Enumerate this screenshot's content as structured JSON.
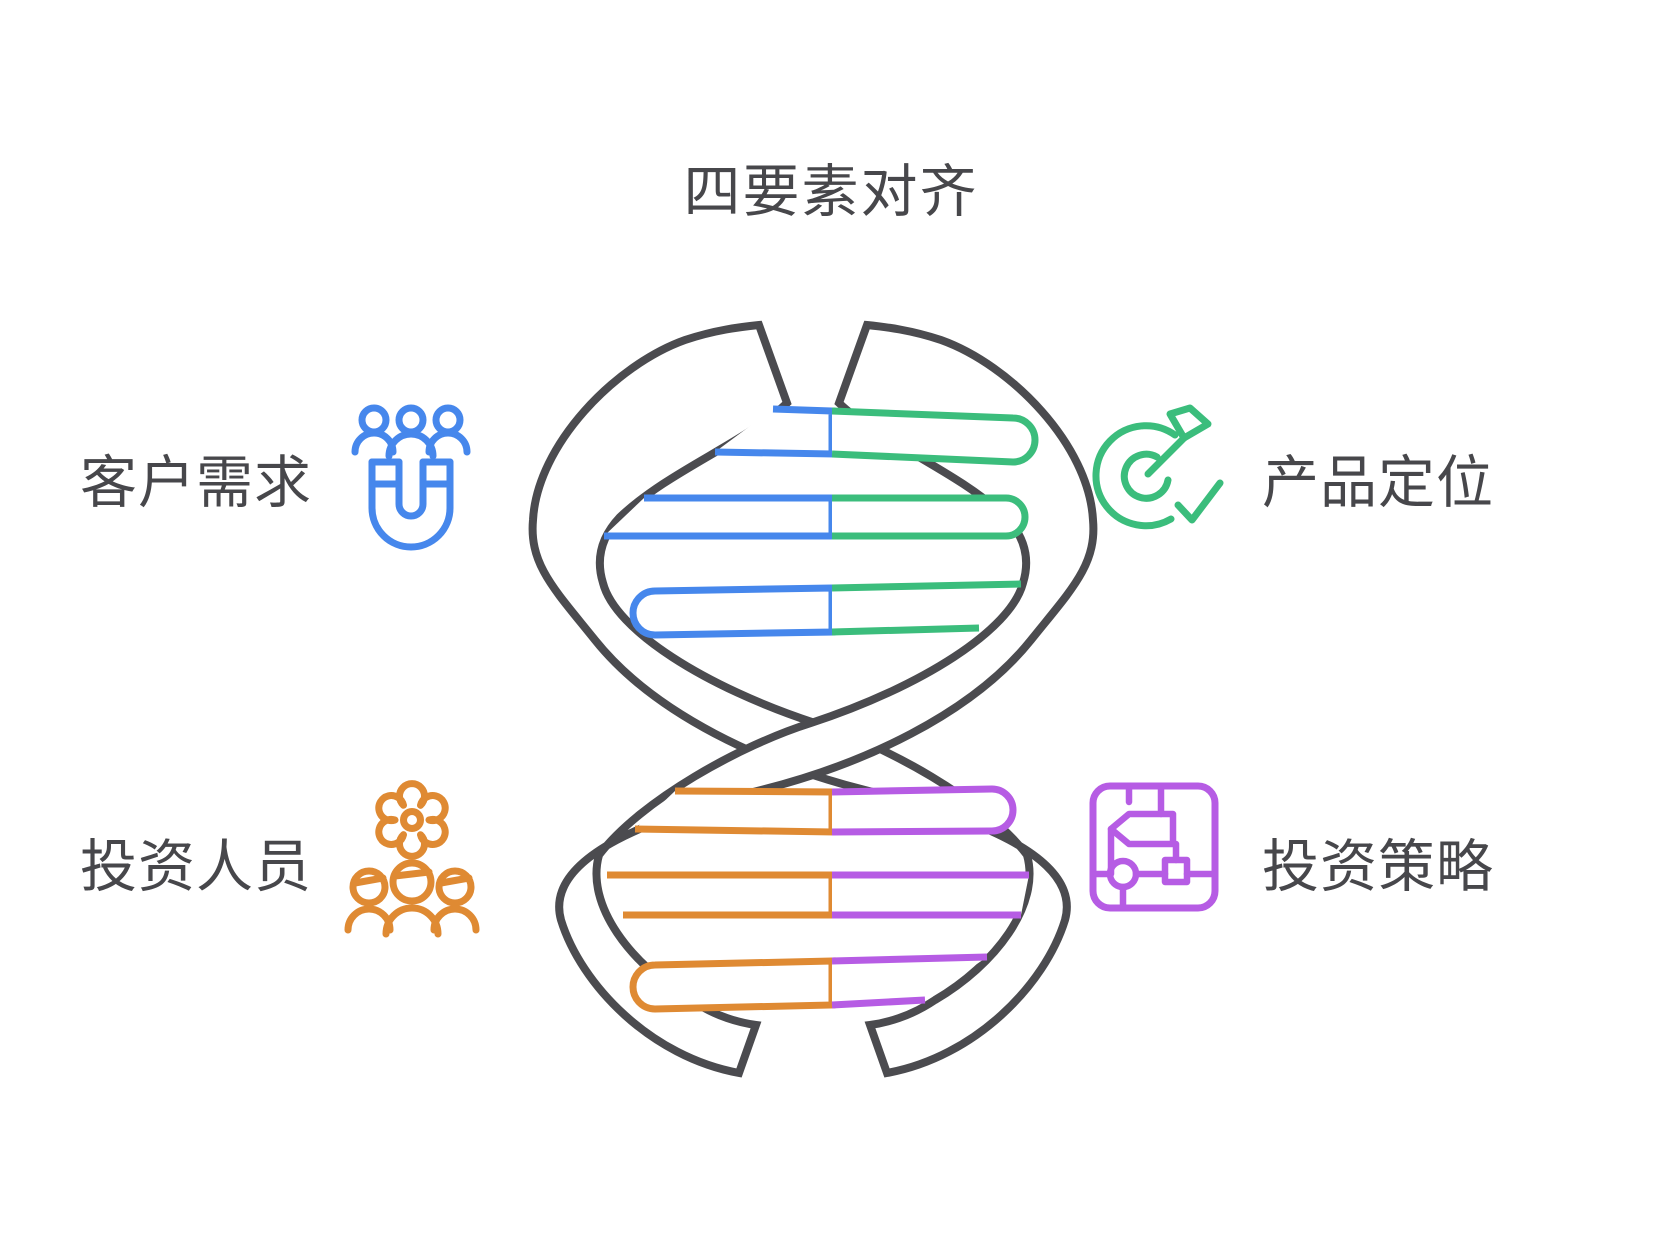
{
  "title": "四要素对齐",
  "items": [
    {
      "label": "客户需求",
      "icon": "customers-magnet-icon",
      "color": "#4687ec",
      "position": "top-left"
    },
    {
      "label": "产品定位",
      "icon": "target-dart-icon",
      "color": "#3bbd7c",
      "position": "top-right"
    },
    {
      "label": "投资人员",
      "icon": "team-gear-icon",
      "color": "#df8a33",
      "position": "bottom-left"
    },
    {
      "label": "投资策略",
      "icon": "strategy-chip-icon",
      "color": "#b65ce4",
      "position": "bottom-right"
    }
  ],
  "dna": {
    "strand_color": "#4b4b4f",
    "top_rungs": 3,
    "bottom_rungs": 3,
    "top_rung_colors": {
      "left": "#4687ec",
      "right": "#3bbd7c"
    },
    "bottom_rung_colors": {
      "left": "#df8a33",
      "right": "#b65ce4"
    }
  }
}
